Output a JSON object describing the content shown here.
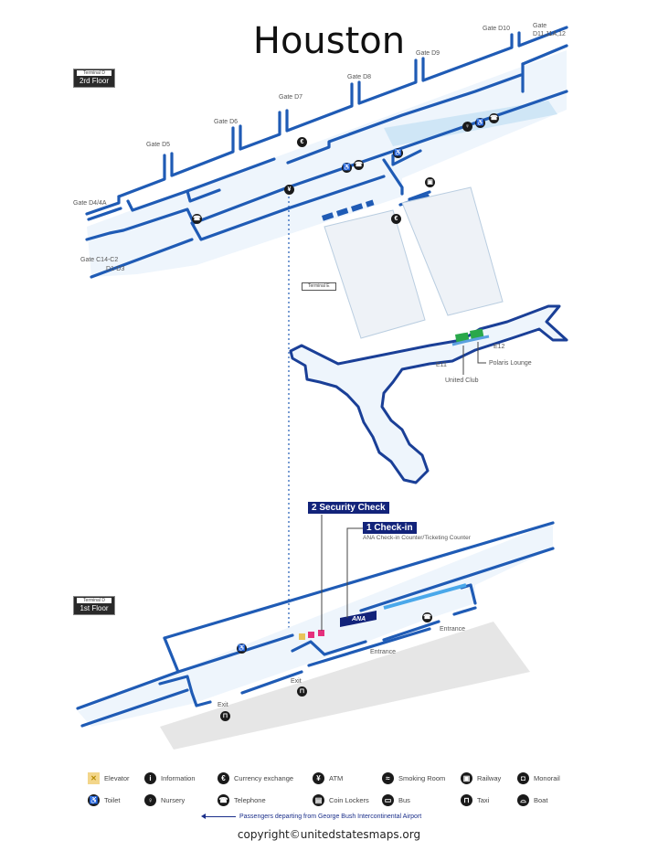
{
  "title": "Houston",
  "floors": {
    "upper": {
      "terminal": "Terminal D",
      "label": "2rd Floor"
    },
    "lower": {
      "terminal": "Terminal D",
      "label": "1st Floor"
    }
  },
  "terminal_e_tag": "Terminal E",
  "gates": [
    {
      "id": "d4",
      "label": "Gate D4/4A"
    },
    {
      "id": "c14",
      "label": "Gate C14-C2"
    },
    {
      "id": "c14b",
      "label": "D1-D3"
    },
    {
      "id": "d5",
      "label": "Gate D5"
    },
    {
      "id": "d6",
      "label": "Gate D6"
    },
    {
      "id": "d7",
      "label": "Gate D7"
    },
    {
      "id": "d8",
      "label": "Gate D8"
    },
    {
      "id": "d9",
      "label": "Gate D9"
    },
    {
      "id": "d10",
      "label": "Gate D10"
    },
    {
      "id": "d11a",
      "label": "Gate"
    },
    {
      "id": "d11b",
      "label": "D11,11A,12"
    }
  ],
  "terminal_e": {
    "e11": "E11",
    "e12": "E12",
    "united_club": "United Club",
    "polaris_lounge": "Polaris Lounge"
  },
  "callouts": {
    "security": "2 Security Check",
    "checkin": "1 Check-in",
    "checkin_sub": "ANA Check-in Counter/Ticketing Counter",
    "ana": "ANA"
  },
  "ground": {
    "entrance1": "Entrance",
    "entrance2": "Entrance",
    "exit1": "Exit",
    "exit2": "Exit"
  },
  "legend": [
    {
      "icon": "elevator",
      "glyph": "✕",
      "label": "Elevator"
    },
    {
      "icon": "information",
      "glyph": "i",
      "label": "Information"
    },
    {
      "icon": "currency-exchange",
      "glyph": "€",
      "label": "Currency exchange"
    },
    {
      "icon": "atm",
      "glyph": "¥",
      "label": "ATM"
    },
    {
      "icon": "smoking-room",
      "glyph": "≈",
      "label": "Smoking Room"
    },
    {
      "icon": "railway",
      "glyph": "▣",
      "label": "Railway"
    },
    {
      "icon": "monorail",
      "glyph": "◘",
      "label": "Monorail"
    },
    {
      "icon": "toilet",
      "glyph": "♿",
      "label": "Toilet"
    },
    {
      "icon": "nursery",
      "glyph": "♀",
      "label": "Nursery"
    },
    {
      "icon": "telephone",
      "glyph": "☎",
      "label": "Telephone"
    },
    {
      "icon": "coin-lockers",
      "glyph": "▤",
      "label": "Coin Lockers"
    },
    {
      "icon": "bus",
      "glyph": "▭",
      "label": "Bus"
    },
    {
      "icon": "taxi",
      "glyph": "⊓",
      "label": "Taxi"
    },
    {
      "icon": "boat",
      "glyph": "⌓",
      "label": "Boat"
    }
  ],
  "departure_note": "Passengers departing from George Bush Intercontinental Airport",
  "copyright": "copyright©unitedstatesmaps.org",
  "colors": {
    "wall": "#1f5bb5",
    "floor": "#eef5fc",
    "lounge": "#2aa84a",
    "callout": "#12237a",
    "ground": "#e6e6e6"
  }
}
